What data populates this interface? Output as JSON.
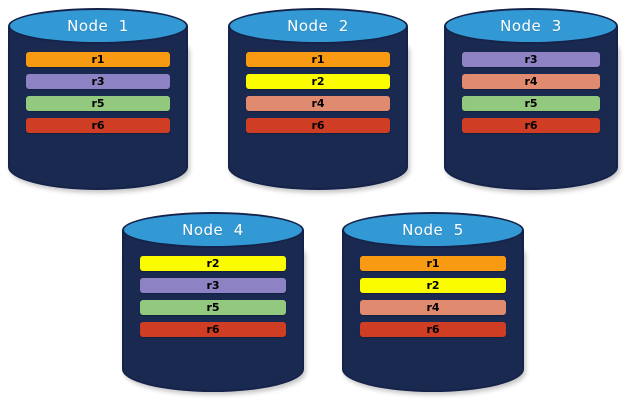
{
  "diagram": {
    "type": "replica-placement",
    "replica_colors": {
      "r1": "#f89a12",
      "r2": "#fcfc00",
      "r3": "#8c82c4",
      "r4": "#e08a70",
      "r5": "#93c97e",
      "r6": "#cf3e24"
    },
    "node_top_color": "#3399d4",
    "node_body_color": "#1a2950",
    "node_outline_color": "#15224a",
    "label_color": "#ffffff",
    "replica_label_color": "#000000",
    "background_color": "#ffffff",
    "nodes": [
      {
        "id": "node-1",
        "title": "Node  1",
        "replicas": [
          {
            "label": "r1",
            "color": "#f89a12"
          },
          {
            "label": "r3",
            "color": "#8c82c4"
          },
          {
            "label": "r5",
            "color": "#93c97e"
          },
          {
            "label": "r6",
            "color": "#cf3e24"
          }
        ]
      },
      {
        "id": "node-2",
        "title": "Node  2",
        "replicas": [
          {
            "label": "r1",
            "color": "#f89a12"
          },
          {
            "label": "r2",
            "color": "#fcfc00"
          },
          {
            "label": "r4",
            "color": "#e08a70"
          },
          {
            "label": "r6",
            "color": "#cf3e24"
          }
        ]
      },
      {
        "id": "node-3",
        "title": "Node  3",
        "replicas": [
          {
            "label": "r3",
            "color": "#8c82c4"
          },
          {
            "label": "r4",
            "color": "#e08a70"
          },
          {
            "label": "r5",
            "color": "#93c97e"
          },
          {
            "label": "r6",
            "color": "#cf3e24"
          }
        ]
      },
      {
        "id": "node-4",
        "title": "Node  4",
        "replicas": [
          {
            "label": "r2",
            "color": "#fcfc00"
          },
          {
            "label": "r3",
            "color": "#8c82c4"
          },
          {
            "label": "r5",
            "color": "#93c97e"
          },
          {
            "label": "r6",
            "color": "#cf3e24"
          }
        ]
      },
      {
        "id": "node-5",
        "title": "Node  5",
        "replicas": [
          {
            "label": "r1",
            "color": "#f89a12"
          },
          {
            "label": "r2",
            "color": "#fcfc00"
          },
          {
            "label": "r4",
            "color": "#e08a70"
          },
          {
            "label": "r6",
            "color": "#cf3e24"
          }
        ]
      }
    ]
  }
}
